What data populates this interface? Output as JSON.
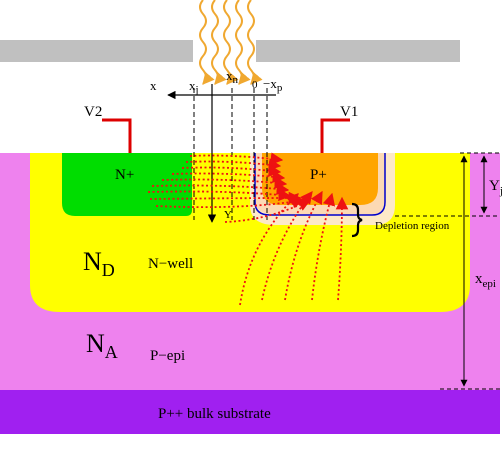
{
  "layers": {
    "n_plus": "N+",
    "p_plus": "P+",
    "n_d_main": "N",
    "n_d_sub": "D",
    "n_well": "N−well",
    "n_a_main": "N",
    "n_a_sub": "A",
    "p_epi": "P−epi",
    "bulk": "P++ bulk substrate"
  },
  "contacts": {
    "v2": "V2",
    "v1": "V1"
  },
  "axis": {
    "x": "x",
    "xj_main": "x",
    "xj_sub": "j",
    "xn_main": "x",
    "xn_sub": "n",
    "zero": "0",
    "minus_xp_main": "−x",
    "minus_xp_sub": "p",
    "y": "Y"
  },
  "dimensions": {
    "yj_main": "Y",
    "yj_sub": "j",
    "xepi_main": "x",
    "xepi_sub": "epi"
  },
  "annotations": {
    "depletion_region": "Depletion region"
  },
  "colors": {
    "p_epi": "#ee82ee",
    "n_well": "#ffff00",
    "n_plus": "#00dd00",
    "p_plus": "#ffa500",
    "bulk": "#a020f0",
    "depletion": "#fde9c8",
    "mask": "#c0c0c0",
    "light": "#f0a830",
    "carrier_arrows": "#ee1111",
    "contact_metal": "#dd0000",
    "junction_line": "#0000cc"
  }
}
